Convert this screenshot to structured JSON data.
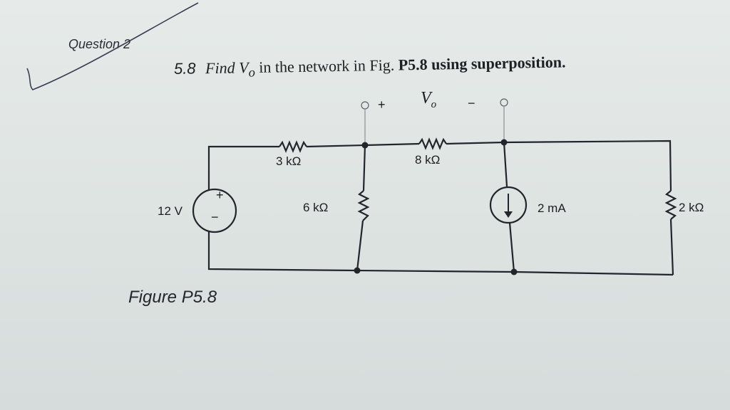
{
  "header": {
    "question_label": "Question 2"
  },
  "problem": {
    "number": "5.8",
    "find_word": "Find",
    "variable": "V",
    "variable_sub": "o",
    "rest_plain": "in the network in Fig.",
    "figure_ref": "P5.8",
    "rest_bold": "using superposition."
  },
  "circuit": {
    "vo_plus": "+",
    "vo_label": "V",
    "vo_sub": "o",
    "vo_minus": "−",
    "source_voltage": "12 V",
    "source_plus": "+",
    "source_minus": "−",
    "r1_label": "3 kΩ",
    "r2_label": "8 kΩ",
    "r3_label": "6 kΩ",
    "current_source_label": "2 mA",
    "r4_label": "2 kΩ"
  },
  "figure": {
    "caption": "Figure P5.8"
  },
  "colors": {
    "ink": "#22252a",
    "paper": "#e6ebe9",
    "check_mark": "#3b3f52"
  }
}
